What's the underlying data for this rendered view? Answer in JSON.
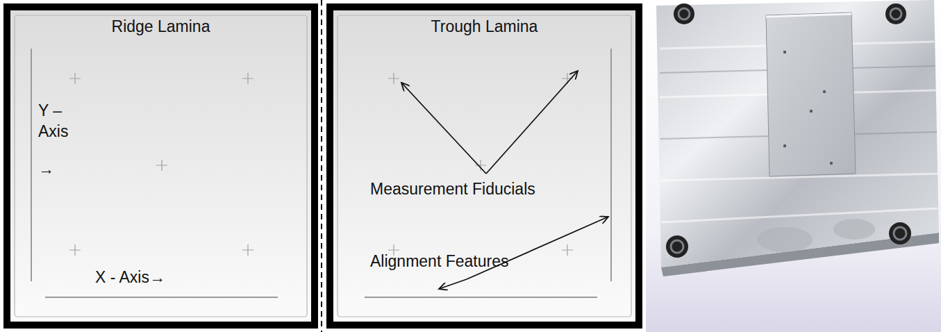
{
  "diagram": {
    "nodes": [
      {
        "text": [
          "Ridge Lamina"
        ]
      },
      {
        "text": [
          "Trough Lamina"
        ]
      }
    ],
    "labels": [
      "Y –",
      "Axis",
      "→",
      "X - Axis→",
      "Measurement Fiducials",
      "Alignment Features"
    ]
  }
}
